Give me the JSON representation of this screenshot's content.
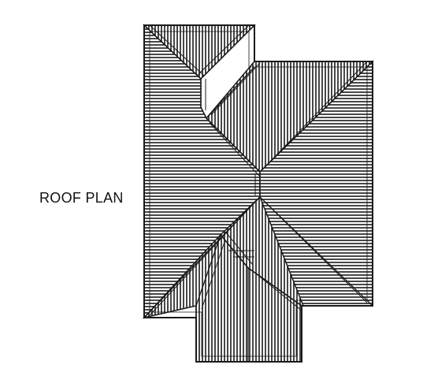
{
  "drawing": {
    "label": "ROOF PLAN",
    "line_color": "#1a1a1a",
    "background": "#ffffff",
    "planes": [
      {
        "id": "top-left-wing",
        "hatch": "vertical"
      },
      {
        "id": "center-top",
        "hatch": "vertical"
      },
      {
        "id": "center-bottom",
        "hatch": "vertical"
      },
      {
        "id": "left-main",
        "hatch": "horizontal"
      },
      {
        "id": "right-main",
        "hatch": "horizontal"
      },
      {
        "id": "bottom-wing",
        "hatch": "vertical"
      },
      {
        "id": "bottom-wing-sides",
        "hatch": "horizontal"
      }
    ]
  }
}
